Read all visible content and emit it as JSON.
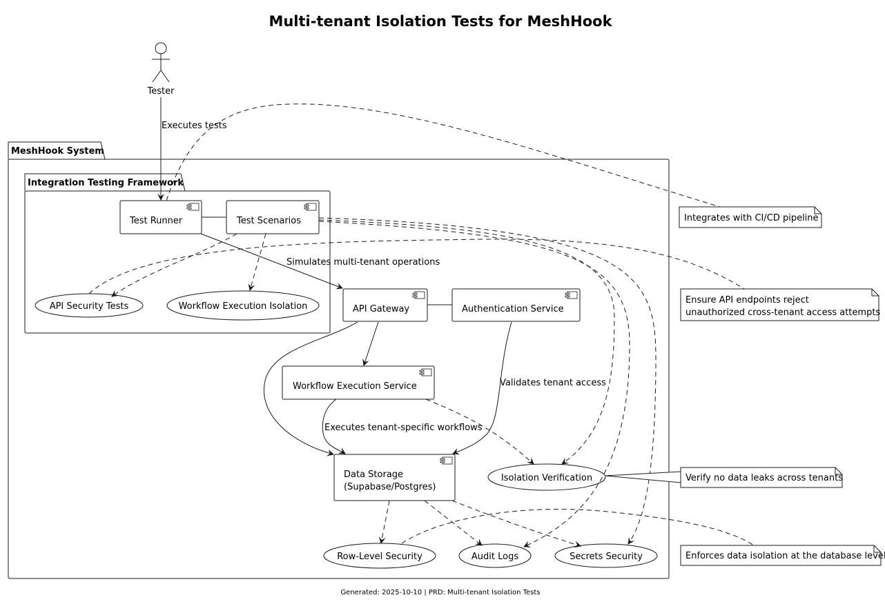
{
  "title": "Multi-tenant Isolation Tests for MeshHook",
  "footer": "Generated: 2025-10-10 | PRD: Multi-tenant Isolation Tests",
  "actor": {
    "name": "Tester"
  },
  "packages": {
    "system": "MeshHook System",
    "framework": "Integration Testing Framework"
  },
  "components": {
    "test_runner": "Test Runner",
    "test_scenarios": "Test Scenarios",
    "api_gateway": "API Gateway",
    "auth_service": "Authentication Service",
    "workflow_service": "Workflow Execution Service",
    "data_storage_line1": "Data Storage",
    "data_storage_line2": "(Supabase/Postgres)"
  },
  "usecases": {
    "api_security_tests": "API Security Tests",
    "workflow_execution_isolation": "Workflow Execution Isolation",
    "isolation_verification": "Isolation Verification",
    "row_level_security": "Row-Level Security",
    "audit_logs": "Audit Logs",
    "secrets_security": "Secrets Security"
  },
  "edge_labels": {
    "executes_tests": "Executes tests",
    "simulates": "Simulates multi-tenant operations",
    "validates": "Validates tenant access",
    "executes_workflows": "Executes tenant-specific workflows"
  },
  "notes": {
    "cicd": "Integrates with CI/CD pipeline",
    "api_reject_line1": "Ensure API endpoints reject",
    "api_reject_line2": "unauthorized cross-tenant access attempts",
    "no_leaks": "Verify no data leaks across tenants",
    "db_level": "Enforces data isolation at the database level"
  }
}
